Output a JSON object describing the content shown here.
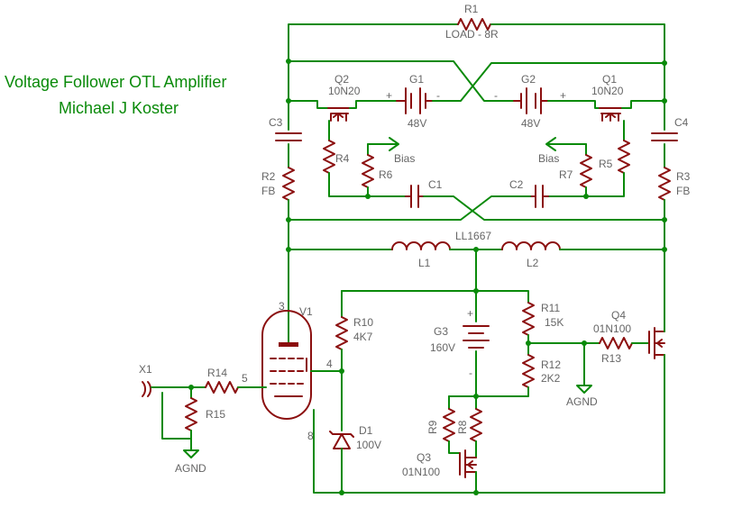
{
  "title": {
    "line1": "Voltage Follower OTL Amplifier",
    "line2": "Michael J Koster"
  },
  "labels": {
    "R1": "R1",
    "R1_value": "LOAD - 8R",
    "Q2": "Q2",
    "Q2_value": "10N20",
    "G1": "G1",
    "G1_value": "48V",
    "G2": "G2",
    "G2_value": "48V",
    "Q1": "Q1",
    "Q1_value": "10N20",
    "plus": "+",
    "minus": "-",
    "C3": "C3",
    "C4": "C4",
    "R2": "R2",
    "R2_value": "FB",
    "R3": "R3",
    "R3_value": "FB",
    "R4": "R4",
    "R5": "R5",
    "R6": "R6",
    "R7": "R7",
    "bias_left": "Bias",
    "bias_right": "Bias",
    "C1": "C1",
    "C2": "C2",
    "LL1667": "LL1667",
    "L1": "L1",
    "L2": "L2",
    "V1": "V1",
    "pin3": "3",
    "pin4": "4",
    "pin5": "5",
    "pin8": "8",
    "R10": "R10",
    "R10_value": "4K7",
    "G3": "G3",
    "G3_value": "160V",
    "R11": "R11",
    "R11_value": "15K",
    "R12": "R12",
    "R12_value": "2K2",
    "Q4": "Q4",
    "Q4_value": "01N100",
    "R13": "R13",
    "AGND_right": "AGND",
    "X1": "X1",
    "R14": "R14",
    "R15": "R15",
    "AGND_left": "AGND",
    "D1": "D1",
    "D1_value": "100V",
    "R9": "R9",
    "R8": "R8",
    "Q3": "Q3",
    "Q3_value": "01N100"
  }
}
